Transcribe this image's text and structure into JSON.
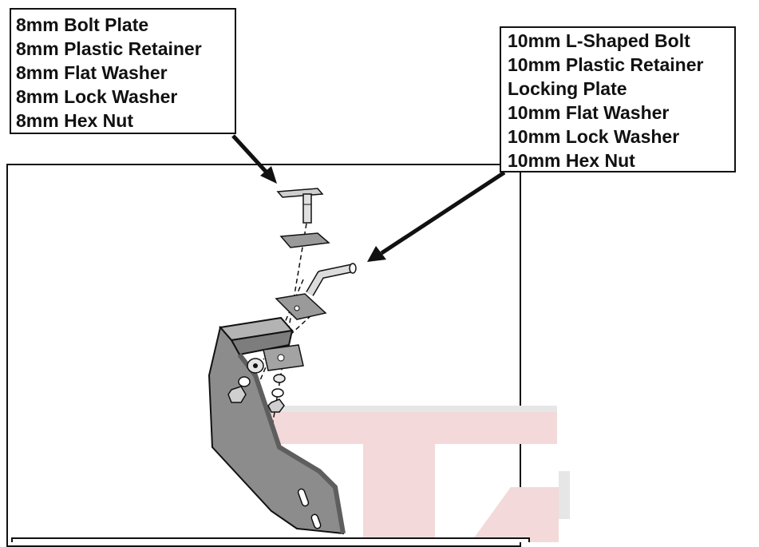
{
  "callout_left": {
    "lines": [
      "8mm Bolt Plate",
      "8mm Plastic Retainer",
      "8mm Flat Washer",
      "8mm Lock Washer",
      "8mm Hex Nut"
    ]
  },
  "callout_right": {
    "lines": [
      "10mm L-Shaped Bolt",
      "10mm Plastic Retainer",
      "Locking Plate",
      "10mm Flat Washer",
      "10mm Lock Washer",
      "10mm Hex Nut"
    ]
  },
  "colors": {
    "outline": "#111111",
    "bracket": "#7d7d7d",
    "bracket_light": "#b3b3b3",
    "hardware": "#cfcfcf",
    "watermark": "#f3d9d9",
    "watermark_gray": "#e6e6e6"
  }
}
